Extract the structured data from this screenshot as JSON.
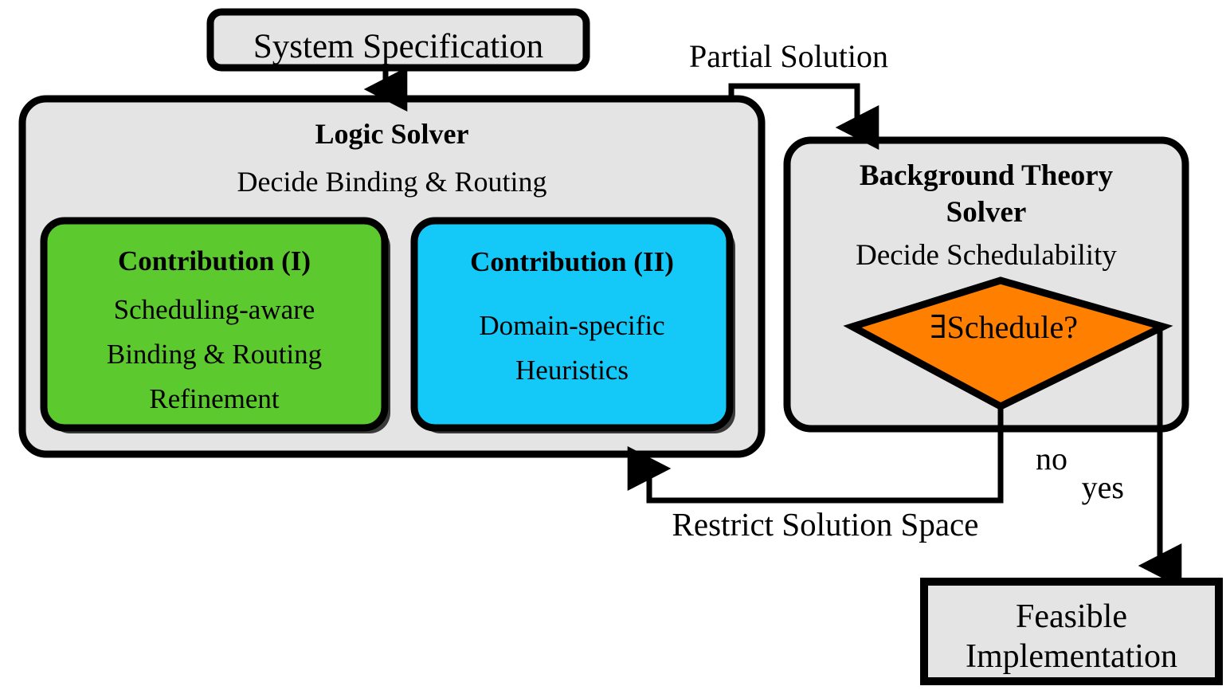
{
  "diagram": {
    "title": "Logic-solver / background-theory-solver flow",
    "colors": {
      "box_gray": "#e4e4e4",
      "contribution_i_green": "#5CC92E",
      "contribution_ii_cyan": "#14C8F8",
      "decision_orange": "#FF8000",
      "outline_black": "#000000",
      "shadow_gray": "#3a3a3a",
      "page_background": "#ffffff"
    },
    "nodes": {
      "system_spec": {
        "label": "System Specification",
        "shape": "rounded-rect",
        "fill": "#e4e4e4"
      },
      "logic_solver": {
        "title": "Logic Solver",
        "subtitle": "Decide Binding & Routing",
        "shape": "rounded-rect",
        "fill": "#e4e4e4"
      },
      "contribution_i": {
        "title": "Contribution (I)",
        "lines": [
          "Scheduling-aware",
          "Binding & Routing",
          "Refinement"
        ],
        "shape": "rounded-rect",
        "fill": "#5CC92E"
      },
      "contribution_ii": {
        "title": "Contribution (II)",
        "lines": [
          "Domain-specific",
          "Heuristics"
        ],
        "shape": "rounded-rect",
        "fill": "#14C8F8"
      },
      "background_theory_solver": {
        "title_line1": "Background Theory",
        "title_line2": "Solver",
        "subtitle": "Decide Schedulability",
        "shape": "rounded-rect",
        "fill": "#e4e4e4"
      },
      "decision": {
        "label": "∃Schedule?",
        "shape": "diamond",
        "fill": "#FF8000"
      },
      "feasible_implementation": {
        "line1": "Feasible",
        "line2": "Implementation",
        "shape": "rect",
        "fill": "#e4e4e4"
      }
    },
    "edges": {
      "spec_to_logic": {
        "label": "",
        "from": "system_spec",
        "to": "logic_solver"
      },
      "partial_solution": {
        "label": "Partial Solution",
        "from": "logic_solver",
        "to": "background_theory_solver"
      },
      "decision_no": {
        "label": "no",
        "from": "decision",
        "to": "logic_solver"
      },
      "restrict": {
        "label": "Restrict Solution Space",
        "from": "decision",
        "to": "logic_solver"
      },
      "decision_yes": {
        "label": "yes",
        "from": "decision",
        "to": "feasible_implementation"
      }
    }
  }
}
